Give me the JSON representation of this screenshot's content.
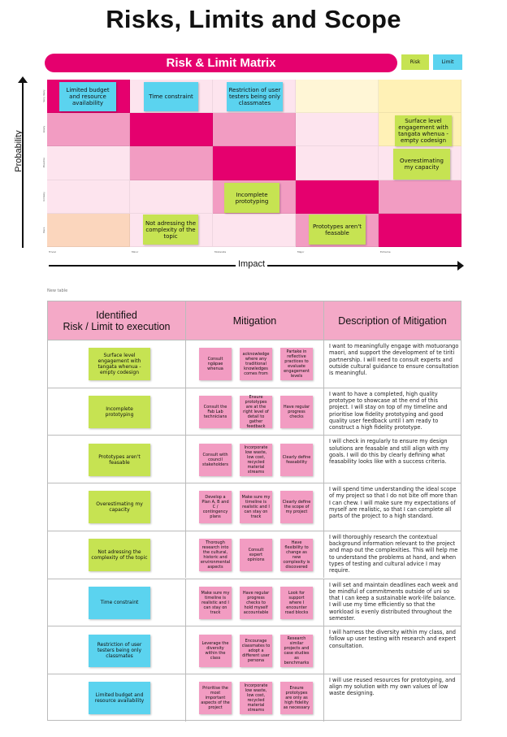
{
  "title": "Risks, Limits and Scope",
  "matrix": {
    "banner": "Risk & Limit Matrix",
    "legend": {
      "risk": "Risk",
      "limit": "Limit"
    },
    "y_label": "Probability",
    "x_label": "Impact",
    "row_labels": [
      "Very likely",
      "Likely",
      "Possible",
      "Unlikely",
      "Rare"
    ],
    "col_labels": [
      "Trivial",
      "Minor",
      "Moderate",
      "Major",
      "Extreme"
    ],
    "colors": {
      "light": "#fde4ee",
      "mid": "#f29cc2",
      "dark": "#e5006e",
      "peach": "#fbd6bd",
      "yellow": "#fff1b6",
      "risk": "#c6e352",
      "limit": "#5bd3ef"
    },
    "cells": [
      [
        "#e5006e",
        "#fde4ee",
        "#fde4ee",
        "#fff6d6",
        "#fff1b6"
      ],
      [
        "#f29cc2",
        "#e5006e",
        "#f29cc2",
        "#fde4ee",
        "#fff1b6"
      ],
      [
        "#fde4ee",
        "#f29cc2",
        "#e5006e",
        "#fde4ee",
        "#fde4ee"
      ],
      [
        "#fde4ee",
        "#fde4ee",
        "#f29cc2",
        "#e5006e",
        "#f29cc2"
      ],
      [
        "#fbd6bd",
        "#fde4ee",
        "#fde4ee",
        "#f29cc2",
        "#e5006e"
      ]
    ],
    "stickies": {
      "budget": "Limited budget and resource availability",
      "time": "Time constraint",
      "restriction": "Restriction of user testers being only classmates",
      "surface": "Surface level engagement with tangata whenua - empty codesign",
      "overestimating": "Overestimating my capacity",
      "incomplete": "Incomplete prototyping",
      "notaddressing": "Not adressing the complexity of the topic",
      "feasable": "Prototypes aren't feasable"
    }
  },
  "table": {
    "caption": "New table",
    "headers": [
      "Identified\nRisk / Limit to execution",
      "Mitigation",
      "Description of Mitigation"
    ],
    "rows": [
      {
        "type": "risk",
        "item": "Surface level engagement with tangata whenua - empty codesign",
        "mitigations": [
          "Consult ngāpae whenua",
          "acknowledge where any traditional knowledges comes from",
          "Partake in reflective practices to evaluate engagement levels"
        ],
        "description": "I want to meaningfully engage with motuorango maori, and support the development of te tiriti partnership. I will need to consult experts and outside cultural guidance to ensure consultation is meaningful."
      },
      {
        "type": "risk",
        "item": "Incomplete prototyping",
        "mitigations": [
          "Consult the Fab Lab technicians",
          "Ensure prototypes are at the right level of detail to gather feedback",
          "Have regular progress checks"
        ],
        "description": "I want to have a completed, high quality prototype to showcase at the end of this project. I will stay on top of my timeline and prioritise low fidelity prototyping and good quality user feedback until I am ready to construct a high fidelity prototype."
      },
      {
        "type": "risk",
        "item": "Prototypes aren't feasable",
        "mitigations": [
          "Consult with council stakeholders",
          "Incorporate low waste, low cost, recycled material streams",
          "Clearly define feasability"
        ],
        "description": "I will check in regularly to ensure my design solutions are feasable and still align with my goals. I will do this by clearly defining what feasability looks like with a success criteria."
      },
      {
        "type": "risk",
        "item": "Overestimating my capacity",
        "mitigations": [
          "Develop a Plan A, B and C / contingency plans",
          "Make sure my timeline is realistic and I can stay on track",
          "Clearly define the scope of my project"
        ],
        "description": "I will spend time understanding the ideal scope of my project so that I do not bite off more than I can chew. I will make sure my expectations of myself are realistic, so that I can complete all parts of the project to a high standard."
      },
      {
        "type": "risk",
        "item": "Not adressing the complexity of the topic",
        "mitigations": [
          "Thorough research into the cultural, historic and environmental aspects",
          "Consult expert opinions",
          "Have flexibility to change as new complexity is discovered"
        ],
        "description": "I will thoroughly research the contextual background information relevant to the project and map out the complexities. This will help me to understand the problems at hand, and when types of testing and cultural advice I may require."
      },
      {
        "type": "limit",
        "item": "Time constraint",
        "mitigations": [
          "Make sure my timeline is realistic and I can stay on track",
          "Have regular progress checks to hold myself accountable",
          "Look for support where I encounter road blocks"
        ],
        "description": "I will set and maintain deadlines each week and be mindful of commitments outside of uni so that I can keep a sustainable work-life balance. I will use my time efficiently so that the workload is evenly distributed throughout the semester."
      },
      {
        "type": "limit",
        "item": "Restriction of user testers being only classmates",
        "mitigations": [
          "Leverage the diversity within the class",
          "Encourage classmates to adopt a different user persona",
          "Research similar projects and case studies as benchmarks"
        ],
        "description": "I will harness the diversity within my class, and follow up user testing with research and expert consultation."
      },
      {
        "type": "limit",
        "item": "Limited budget and resource availability",
        "mitigations": [
          "Prioritise the most important aspects of the project",
          "Incorporate low waste, low cost, recycled material streams",
          "Ensure prototypes are only as high fidelity as necessary"
        ],
        "description": "I will use reused resources for prototyping, and align my solution with my own values of low waste designing."
      }
    ]
  }
}
